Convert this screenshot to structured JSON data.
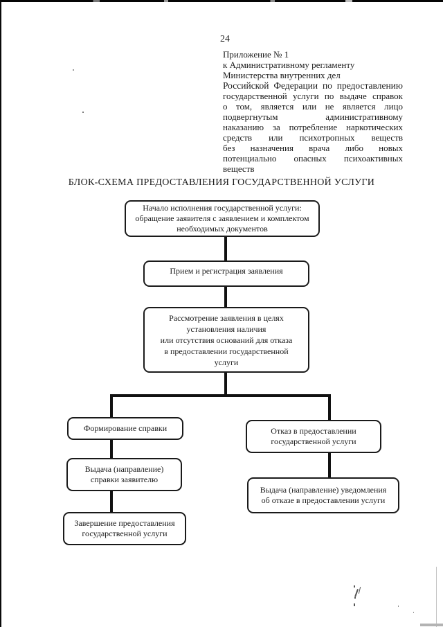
{
  "page": {
    "number": "24",
    "title": "БЛОК-СХЕМА ПРЕДОСТАВЛЕНИЯ ГОСУДАРСТВЕННОЙ УСЛУГИ",
    "header_lines": [
      "Приложение № 1",
      "к Административному регламенту",
      "Министерства внутренних дел",
      "Российской Федерации по предоставлению",
      "государственной услуги по выдаче справок",
      "о том, является или не является лицо",
      "подвергнутым административному",
      "наказанию за потребление наркотических",
      "средств или психотропных веществ",
      "без назначения врача либо новых",
      "потенциально опасных психоактивных",
      "веществ"
    ]
  },
  "flowchart": {
    "nodes": {
      "start": "Начало исполнения государственной услуги:\nобращение заявителя с заявлением и комплектом\nнеобходимых документов",
      "reception": "Прием и регистрация заявления",
      "review": "Рассмотрение заявления в целях\nустановления наличия\nили отсутствия оснований для отказа\nв предоставлении государственной\nуслуги",
      "form_certificate": "Формирование справки",
      "issue_certificate": "Выдача (направление)\nсправки заявителю",
      "completion": "Завершение предоставления\nгосударственной услуги",
      "refusal": "Отказ в предоставлении\nгосударственной услуги",
      "refusal_notice": "Выдача (направление) уведомления\nоб отказе в предоставлении услуги"
    }
  },
  "colors": {
    "ink": "#1a1a1a",
    "paper": "#ffffff",
    "connector": "#111111"
  }
}
